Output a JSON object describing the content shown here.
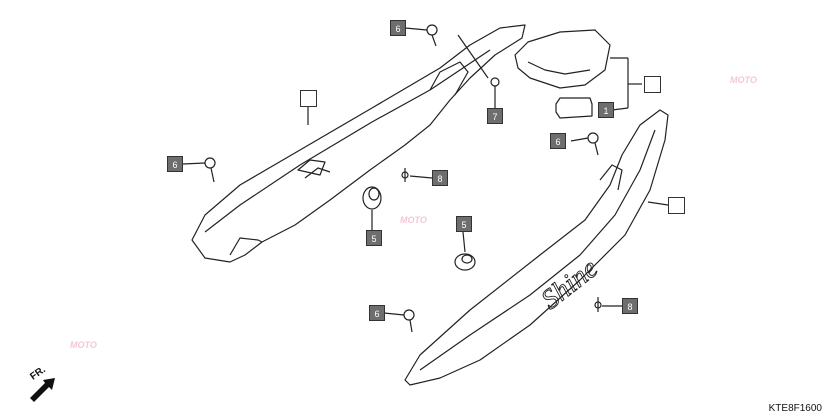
{
  "diagram_code": "KTE8F1600",
  "front_indicator": "FR.",
  "logo_text": "Shine",
  "watermark_text": "MOTO",
  "callouts": [
    {
      "id": "c6a",
      "label": "6"
    },
    {
      "id": "c7",
      "label": "7"
    },
    {
      "id": "c1",
      "label": "1"
    },
    {
      "id": "c6b",
      "label": "6"
    },
    {
      "id": "c6c",
      "label": "6"
    },
    {
      "id": "c8a",
      "label": "8"
    },
    {
      "id": "c5a",
      "label": "5"
    },
    {
      "id": "c5b",
      "label": "5"
    },
    {
      "id": "c6d",
      "label": "6"
    },
    {
      "id": "c8b",
      "label": "8"
    }
  ],
  "colors": {
    "callout_fill": "#6e6e6e",
    "line": "#222222",
    "watermark": "#e06080"
  }
}
